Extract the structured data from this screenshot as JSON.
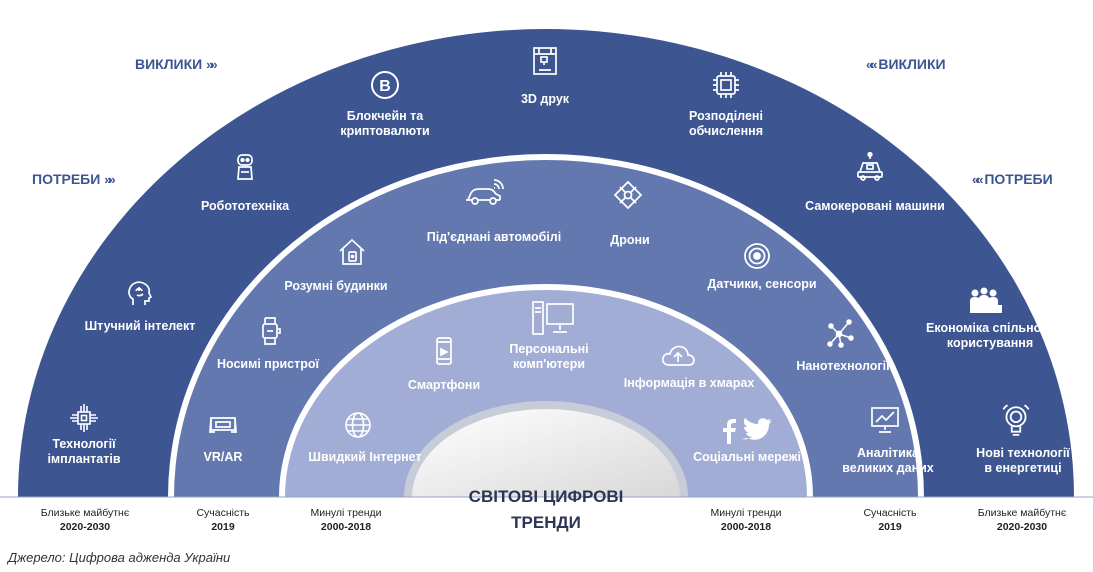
{
  "center_title": {
    "line1": "СВІТОВІ ЦИФРОВІ",
    "line2": "ТРЕНДИ"
  },
  "side_labels": {
    "challenges_left": "ВИКЛИКИ",
    "challenges_right": "ВИКЛИКИ",
    "needs_left": "ПОТРЕБИ",
    "needs_right": "ПОТРЕБИ",
    "arrows_right": "»»",
    "arrows_left": "««"
  },
  "rings": {
    "outer": {
      "items": [
        {
          "label": "Технології\nімплантатів",
          "icon": "chip-implant-icon"
        },
        {
          "label": "Штучний інтелект",
          "icon": "brain-head-icon"
        },
        {
          "label": "Робототехніка",
          "icon": "robot-icon"
        },
        {
          "label": "Блокчейн та\nкриптовалюти",
          "icon": "bitcoin-icon"
        },
        {
          "label": "3D друк",
          "icon": "3d-printer-icon"
        },
        {
          "label": "Розподілені\nобчислення",
          "icon": "processor-icon"
        },
        {
          "label": "Самокеровані машини",
          "icon": "self-driving-car-icon"
        },
        {
          "label": "Економіка спільного\nкористування",
          "icon": "sharing-people-icon"
        },
        {
          "label": "Нові технології\nв енергетиці",
          "icon": "energy-bulb-icon"
        }
      ]
    },
    "middle": {
      "items": [
        {
          "label": "VR/AR",
          "icon": "vr-headset-icon"
        },
        {
          "label": "Носимі пристрої",
          "icon": "smartwatch-icon"
        },
        {
          "label": "Розумні будинки",
          "icon": "smart-home-icon"
        },
        {
          "label": "Під'єднані автомобілі",
          "icon": "connected-car-icon"
        },
        {
          "label": "Дрони",
          "icon": "drone-icon"
        },
        {
          "label": "Датчики, сенсори",
          "icon": "sensor-icon"
        },
        {
          "label": "Нанотехнології",
          "icon": "molecule-icon"
        },
        {
          "label": "Аналітика\nвеликих даних",
          "icon": "analytics-chart-icon"
        }
      ]
    },
    "inner": {
      "items": [
        {
          "label": "Швидкий Інтернет",
          "icon": "globe-icon"
        },
        {
          "label": "Смартфони",
          "icon": "smartphone-icon"
        },
        {
          "label": "Персональні\nкомп'ютери",
          "icon": "computer-icon"
        },
        {
          "label": "Інформація в хмарах",
          "icon": "cloud-upload-icon"
        },
        {
          "label": "Соціальні мережі",
          "icon": "social-media-icon"
        }
      ]
    }
  },
  "eras": {
    "left": [
      {
        "name": "Близьке майбутнє",
        "years": "2020-2030"
      },
      {
        "name": "Сучасність",
        "years": "2019"
      },
      {
        "name": "Минулі тренди",
        "years": "2000-2018"
      }
    ],
    "right": [
      {
        "name": "Минулі тренди",
        "years": "2000-2018"
      },
      {
        "name": "Сучасність",
        "years": "2019"
      },
      {
        "name": "Близьке майбутнє",
        "years": "2020-2030"
      }
    ]
  },
  "colors": {
    "outer_ring": "#3d5591",
    "middle_ring": "#6378ae",
    "inner_ring": "#a1add4",
    "center": "#ececec",
    "text": "#ffffff",
    "side_text": "#3d5591"
  },
  "source": "Джерело: Цифрова адженда України"
}
